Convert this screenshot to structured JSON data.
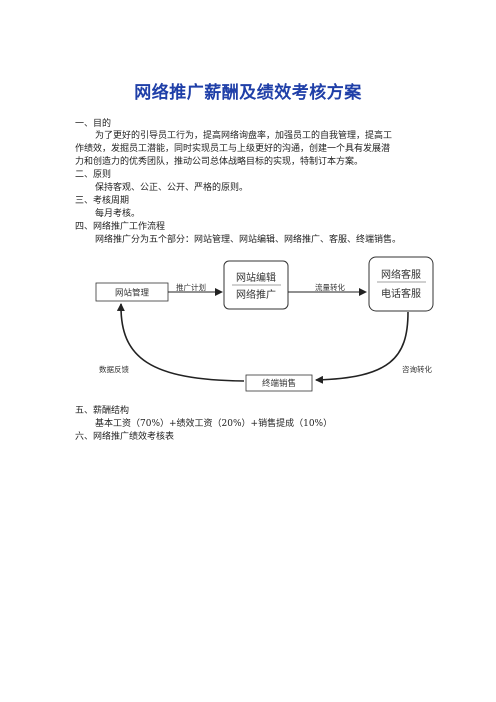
{
  "title": "网络推广薪酬及绩效考核方案",
  "sections": {
    "s1": {
      "heading": "一、目的",
      "lines": [
        "为了更好的引导员工行为，提高网络询盘率，加强员工的自我管理，提高工",
        "作绩效，发掘员工潜能，同时实现员工与上级更好的沟通，创建一个具有发展潜",
        "力和创造力的优秀团队，推动公司总体战略目标的实现，特制订本方案。"
      ]
    },
    "s2": {
      "heading": "二、原则",
      "body": "保持客观、公正、公开、严格的原则。"
    },
    "s3": {
      "heading": "三、考核周期",
      "body": "每月考核。"
    },
    "s4": {
      "heading": "四、网络推广工作流程",
      "body": "网络推广分为五个部分：网站管理、网站编辑、网络推广、客服、终端销售。"
    },
    "s5": {
      "heading": "五、薪酬结构",
      "body": "基本工资（70%）+绩效工资（20%）+销售提成（10%）"
    },
    "s6": {
      "heading": "六、网络推广绩效考核表"
    }
  },
  "flow": {
    "box1": "网站管理",
    "box2_line1": "网站编辑",
    "box2_line2": "网络推广",
    "box3_line1": "网络客服",
    "box3_line2": "电话客服",
    "box4": "终端销售",
    "arrow1_label": "推广计划",
    "arrow2_label": "流量转化",
    "left_label": "数据反馈",
    "right_label": "咨询转化"
  }
}
